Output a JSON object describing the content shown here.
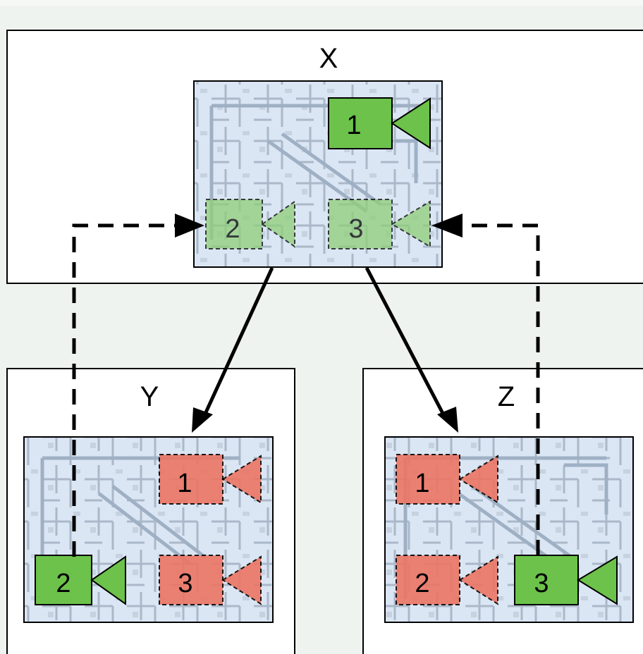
{
  "panels": {
    "x": {
      "label": "X"
    },
    "y": {
      "label": "Y"
    },
    "z": {
      "label": "Z"
    }
  },
  "colors": {
    "active": "#6cc24a",
    "inactive_hint": "#8fcf78",
    "blocked": "#ec7564",
    "floor_bg": "#dbe6f4",
    "background": "#eff3f0"
  },
  "cameras": {
    "x": [
      {
        "label": "1",
        "state": "active"
      },
      {
        "label": "2",
        "state": "inactive"
      },
      {
        "label": "3",
        "state": "inactive"
      }
    ],
    "y": [
      {
        "label": "1",
        "state": "blocked"
      },
      {
        "label": "2",
        "state": "active"
      },
      {
        "label": "3",
        "state": "blocked"
      }
    ],
    "z": [
      {
        "label": "1",
        "state": "blocked"
      },
      {
        "label": "2",
        "state": "blocked"
      },
      {
        "label": "3",
        "state": "active"
      }
    ]
  }
}
